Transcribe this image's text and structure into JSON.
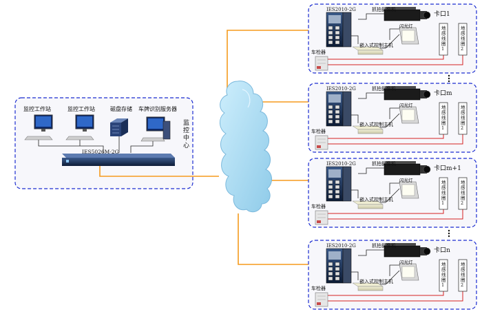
{
  "monitoring_center": {
    "title": "监控中心",
    "workstation_1": "监控工作站",
    "workstation_2": "监控工作站",
    "storage": "磁盘存储",
    "plate_server": "车牌识别服务器",
    "core_switch": "IES5026M-2G"
  },
  "checkpoints": [
    {
      "label": "卡口1",
      "switch": "IES2010-2G",
      "camera": "抓拍摄像机",
      "flash": "闪光灯",
      "detector": "车检器",
      "controller": "嵌入式控制主机",
      "coil_1": "地感线圈1",
      "coil_2": "地感线圈2"
    },
    {
      "label": "卡口m",
      "switch": "IES2010-2G",
      "camera": "抓拍摄像机",
      "flash": "闪光灯",
      "detector": "车检器",
      "controller": "嵌入式控制主机",
      "coil_1": "地感线圈1",
      "coil_2": "地感线圈2"
    },
    {
      "label": "卡口m+1",
      "switch": "IES2010-2G",
      "camera": "抓拍摄像机",
      "flash": "闪光灯",
      "detector": "车检器",
      "controller": "嵌入式控制主机",
      "coil_1": "地感线圈1",
      "coil_2": "地感线圈2"
    },
    {
      "label": "卡口n",
      "switch": "IES2010-2G",
      "camera": "抓拍摄像机",
      "flash": "闪光灯",
      "detector": "车检器",
      "controller": "嵌入式控制主机",
      "coil_1": "地感线圈1",
      "coil_2": "地感线圈2"
    }
  ],
  "colors": {
    "dashed_border": "#1a2bd0",
    "panel_bg": "#f7f7fb",
    "link_orange": "#f59a1c",
    "coil_red": "#d42020",
    "cloud_fill": "#a8d8f0",
    "cloud_stroke": "#7ab8dc"
  }
}
